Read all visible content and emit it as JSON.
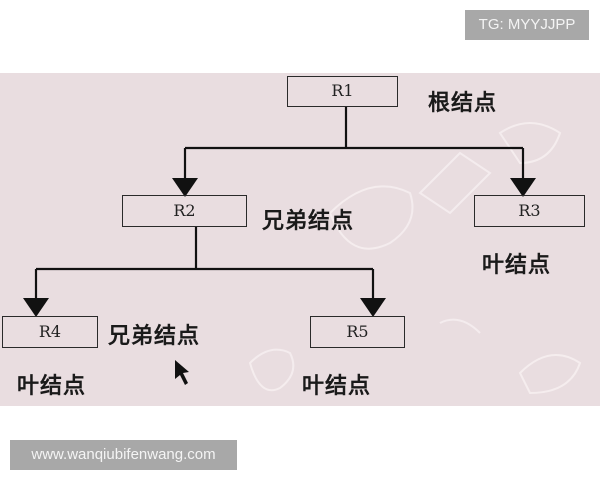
{
  "watermarks": {
    "top_right": "TG: MYYJJPP",
    "bottom_left": "www.wanqiubifenwang.com"
  },
  "diagram": {
    "background_color": "#e9dde0",
    "line_color": "#111111",
    "nodes": [
      {
        "id": "R1",
        "label": "R1",
        "role": "根结点"
      },
      {
        "id": "R2",
        "label": "R2",
        "role": "兄弟结点"
      },
      {
        "id": "R3",
        "label": "R3",
        "role": "叶结点"
      },
      {
        "id": "R4",
        "label": "R4",
        "role": "兄弟结点",
        "role2": "叶结点"
      },
      {
        "id": "R5",
        "label": "R5",
        "role": "叶结点"
      }
    ],
    "edges": [
      {
        "from": "R1",
        "to": "R2"
      },
      {
        "from": "R1",
        "to": "R3"
      },
      {
        "from": "R2",
        "to": "R4"
      },
      {
        "from": "R2",
        "to": "R5"
      }
    ]
  }
}
